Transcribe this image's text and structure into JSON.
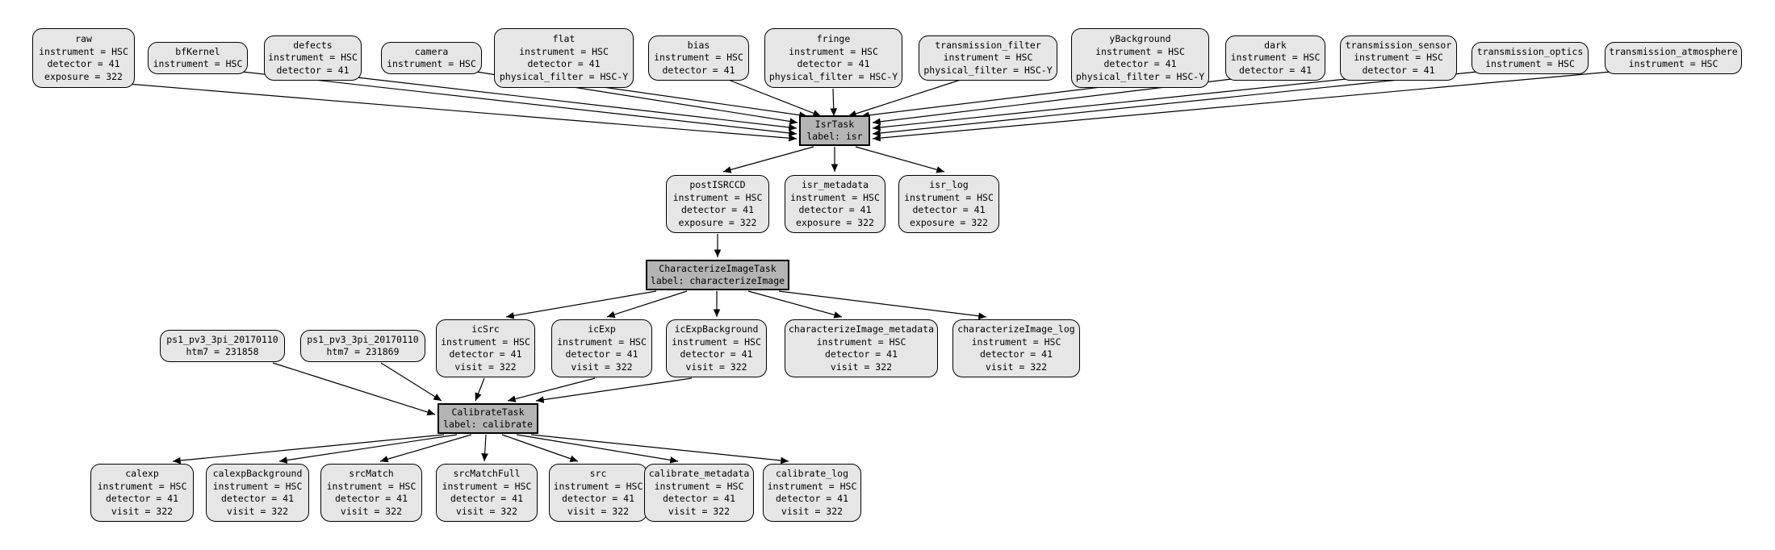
{
  "diagram": {
    "colors": {
      "background": "#ffffff",
      "dataset_fill": "#e6e6e6",
      "task_fill": "#b4b4b4",
      "border": "#000000",
      "edge": "#000000"
    },
    "tasks": {
      "isr": {
        "title": "IsrTask",
        "label": "label: isr"
      },
      "characterizeImage": {
        "title": "CharacterizeImageTask",
        "label": "label: characterizeImage"
      },
      "calibrate": {
        "title": "CalibrateTask",
        "label": "label: calibrate"
      }
    },
    "datasets": {
      "raw": {
        "title": "raw",
        "attrs": "instrument = HSC\ndetector = 41\nexposure = 322"
      },
      "bfKernel": {
        "title": "bfKernel",
        "attrs": "instrument = HSC"
      },
      "defects": {
        "title": "defects",
        "attrs": "instrument = HSC\ndetector = 41"
      },
      "camera": {
        "title": "camera",
        "attrs": "instrument = HSC"
      },
      "flat": {
        "title": "flat",
        "attrs": "instrument = HSC\ndetector = 41\nphysical_filter = HSC-Y"
      },
      "bias": {
        "title": "bias",
        "attrs": "instrument = HSC\ndetector = 41"
      },
      "fringe": {
        "title": "fringe",
        "attrs": "instrument = HSC\ndetector = 41\nphysical_filter = HSC-Y"
      },
      "transmission_filter": {
        "title": "transmission_filter",
        "attrs": "instrument = HSC\nphysical_filter = HSC-Y"
      },
      "yBackground": {
        "title": "yBackground",
        "attrs": "instrument = HSC\ndetector = 41\nphysical_filter = HSC-Y"
      },
      "dark": {
        "title": "dark",
        "attrs": "instrument = HSC\ndetector = 41"
      },
      "transmission_sensor": {
        "title": "transmission_sensor",
        "attrs": "instrument = HSC\ndetector = 41"
      },
      "transmission_optics": {
        "title": "transmission_optics",
        "attrs": "instrument = HSC"
      },
      "transmission_atmosphere": {
        "title": "transmission_atmosphere",
        "attrs": "instrument = HSC"
      },
      "postISRCCD": {
        "title": "postISRCCD",
        "attrs": "instrument = HSC\ndetector = 41\nexposure = 322"
      },
      "isr_metadata": {
        "title": "isr_metadata",
        "attrs": "instrument = HSC\ndetector = 41\nexposure = 322"
      },
      "isr_log": {
        "title": "isr_log",
        "attrs": "instrument = HSC\ndetector = 41\nexposure = 322"
      },
      "ps1a": {
        "title": "ps1_pv3_3pi_20170110",
        "attrs": "htm7 = 231858"
      },
      "ps1b": {
        "title": "ps1_pv3_3pi_20170110",
        "attrs": "htm7 = 231869"
      },
      "icSrc": {
        "title": "icSrc",
        "attrs": "instrument = HSC\ndetector = 41\nvisit = 322"
      },
      "icExp": {
        "title": "icExp",
        "attrs": "instrument = HSC\ndetector = 41\nvisit = 322"
      },
      "icExpBackground": {
        "title": "icExpBackground",
        "attrs": "instrument = HSC\ndetector = 41\nvisit = 322"
      },
      "characterizeImage_metadata": {
        "title": "characterizeImage_metadata",
        "attrs": "instrument = HSC\ndetector = 41\nvisit = 322"
      },
      "characterizeImage_log": {
        "title": "characterizeImage_log",
        "attrs": "instrument = HSC\ndetector = 41\nvisit = 322"
      },
      "calexp": {
        "title": "calexp",
        "attrs": "instrument = HSC\ndetector = 41\nvisit = 322"
      },
      "calexpBackground": {
        "title": "calexpBackground",
        "attrs": "instrument = HSC\ndetector = 41\nvisit = 322"
      },
      "srcMatch": {
        "title": "srcMatch",
        "attrs": "instrument = HSC\ndetector = 41\nvisit = 322"
      },
      "srcMatchFull": {
        "title": "srcMatchFull",
        "attrs": "instrument = HSC\ndetector = 41\nvisit = 322"
      },
      "src": {
        "title": "src",
        "attrs": "instrument = HSC\ndetector = 41\nvisit = 322"
      },
      "calibrate_metadata": {
        "title": "calibrate_metadata",
        "attrs": "instrument = HSC\ndetector = 41\nvisit = 322"
      },
      "calibrate_log": {
        "title": "calibrate_log",
        "attrs": "instrument = HSC\ndetector = 41\nvisit = 322"
      }
    }
  }
}
